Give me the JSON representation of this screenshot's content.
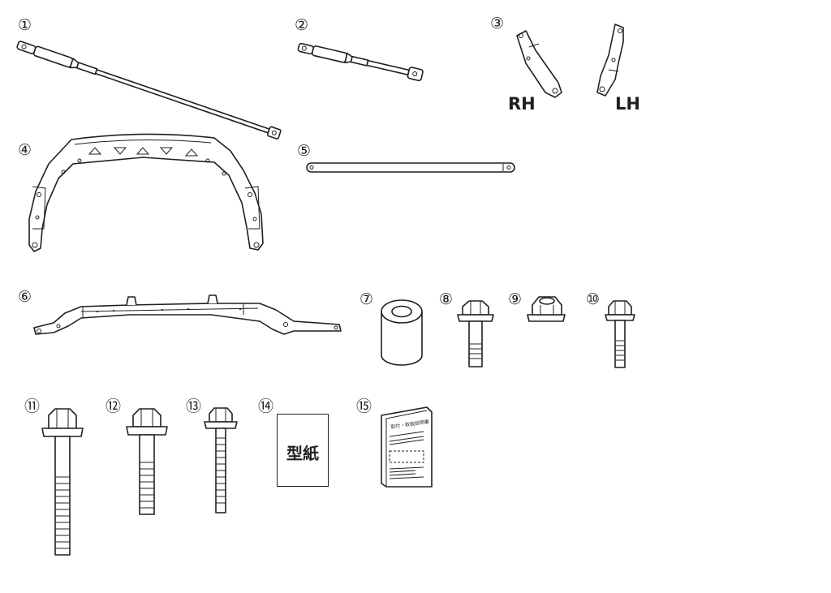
{
  "parts": {
    "p1": {
      "number": "①"
    },
    "p2": {
      "number": "②"
    },
    "p3": {
      "number": "③",
      "rh_label": "RH",
      "lh_label": "LH"
    },
    "p4": {
      "number": "④"
    },
    "p5": {
      "number": "⑤"
    },
    "p6": {
      "number": "⑥"
    },
    "p7": {
      "number": "⑦"
    },
    "p8": {
      "number": "⑧"
    },
    "p9": {
      "number": "⑨"
    },
    "p10": {
      "number": "⑩"
    },
    "p11": {
      "number": "⑪"
    },
    "p12": {
      "number": "⑫"
    },
    "p13": {
      "number": "⑬"
    },
    "p14": {
      "number": "⑭",
      "sheet_text": "型紙"
    },
    "p15": {
      "number": "⑮",
      "manual_title": "取付・取扱説明書"
    }
  },
  "colors": {
    "line": "#231f20",
    "background": "#ffffff"
  }
}
